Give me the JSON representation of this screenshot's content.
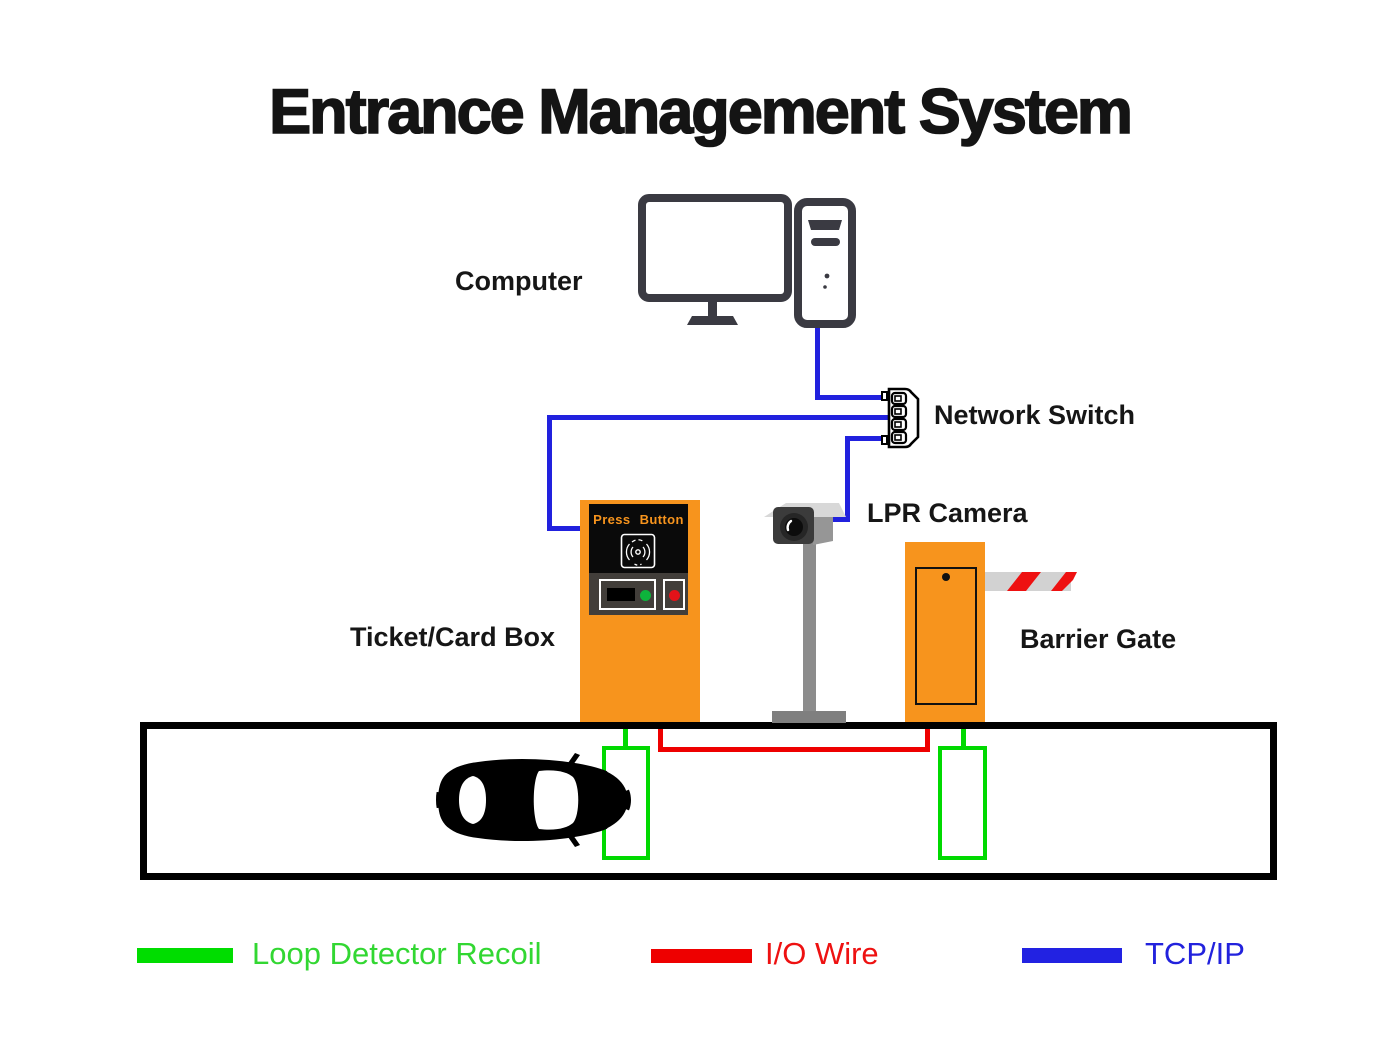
{
  "title": "Entrance Management System",
  "labels": {
    "computer": "Computer",
    "network_switch": "Network Switch",
    "lpr_camera": "LPR Camera",
    "ticket_card_box": "Ticket/Card Box",
    "barrier_gate": "Barrier Gate"
  },
  "kiosk": {
    "screen_text": "Press Button"
  },
  "legend": {
    "items": [
      {
        "label": "Loop Detector Recoil",
        "color": "#32d732",
        "swatch_color": "#00dd00"
      },
      {
        "label": "I/O Wire",
        "color": "#ee1111",
        "swatch_color": "#ee0000"
      },
      {
        "label": "TCP/IP",
        "color": "#2222dd",
        "swatch_color": "#2222e2"
      }
    ]
  },
  "colors": {
    "device_orange": "#f7941d",
    "wire_tcpip_blue": "#2121de",
    "wire_io_red": "#ee0000",
    "wire_loop_green": "#00d900",
    "outline_dark": "#3a3a42"
  }
}
